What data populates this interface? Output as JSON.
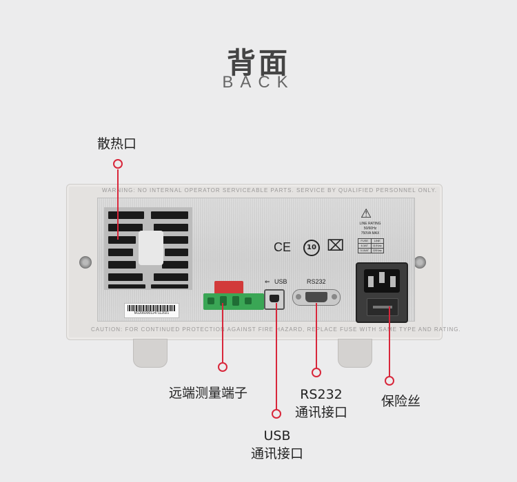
{
  "header": {
    "title": "背面",
    "subtitle": "BACK"
  },
  "device": {
    "warning_strip": "WARNING:  NO INTERNAL OPERATOR SERVICEABLE PARTS. SERVICE BY QUALIFIED PERSONNEL ONLY.",
    "caution_strip": "CAUTION:  FOR CONTINUED PROTECTION AGAINST FIRE HAZARD, REPLACE FUSE WITH SAME TYPE AND RATING.",
    "line_rating_title": "LINE RATING",
    "line_rating_freq": "50/60Hz",
    "line_rating_power": "750VA MAX",
    "fuse_header": "FUSE",
    "line_header": "LINE",
    "fuse_rows": [
      {
        "fuse": "6.3AT",
        "line": "110Vac"
      },
      {
        "fuse": "3.15AT",
        "line": "220Vac"
      }
    ],
    "usb_port_label": "USB",
    "rs232_port_label": "RS232",
    "serial_number": "M12060001147112021"
  },
  "callouts": {
    "vent": "散热口",
    "remote_sense": "远端测量端子",
    "usb_line1": "USB",
    "usb_line2": "通讯接口",
    "rs232_line1": "RS232",
    "rs232_line2": "通讯接口",
    "fuse": "保险丝"
  },
  "colors": {
    "accent": "#d8263a",
    "background": "#ececed",
    "terminal_green": "#3aa655",
    "terminal_red": "#d23a3a"
  }
}
